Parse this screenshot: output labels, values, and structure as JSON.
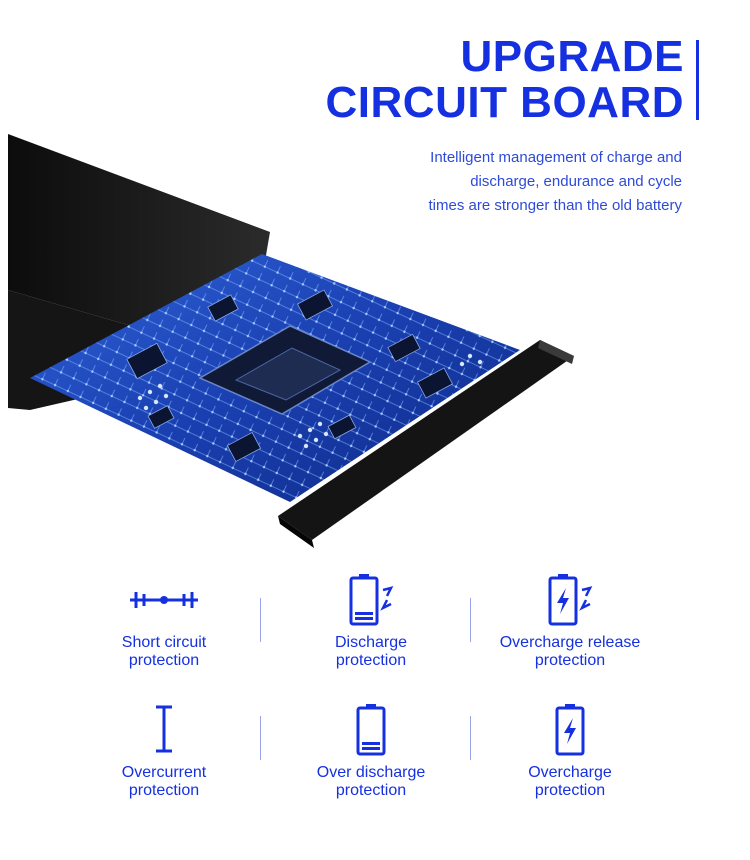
{
  "header": {
    "title_line1": "UPGRADE",
    "title_line2": "CIRCUIT BOARD",
    "subtitle_lines": [
      "Intelligent management of charge and",
      "discharge, endurance and cycle",
      "times are stronger than the old battery"
    ]
  },
  "features": [
    {
      "icon": "short-circuit-icon",
      "line1": "Short circuit",
      "line2": "protection"
    },
    {
      "icon": "discharge-battery-icon",
      "line1": "Discharge",
      "line2": "protection"
    },
    {
      "icon": "overcharge-release-battery-icon",
      "line1": "Overcharge release",
      "line2": "protection"
    },
    {
      "icon": "overcurrent-icon",
      "line1": "Overcurrent",
      "line2": "protection"
    },
    {
      "icon": "over-discharge-battery-icon",
      "line1": "Over discharge",
      "line2": "protection"
    },
    {
      "icon": "overcharge-battery-icon",
      "line1": "Overcharge",
      "line2": "protection"
    }
  ],
  "colors": {
    "accent": "#1530e0",
    "board": "#1a3fb0",
    "casing": "#111111"
  }
}
